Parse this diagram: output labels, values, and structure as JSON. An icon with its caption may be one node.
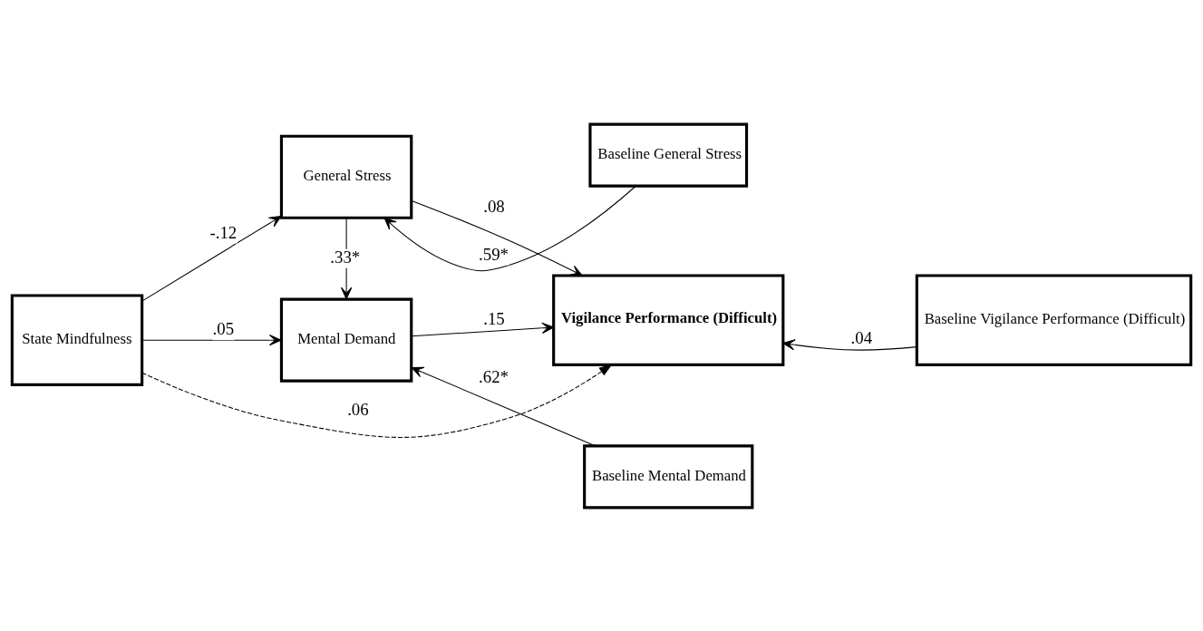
{
  "diagram": {
    "nodes": [
      {
        "text": [
          "State Mindfulness"
        ]
      },
      {
        "text": [
          "General Stress"
        ]
      },
      {
        "text": [
          "Mental Demand"
        ]
      },
      {
        "text": [
          "Vigilance Performance (Difficult)"
        ]
      },
      {
        "text": [
          "Baseline General Stress"
        ]
      },
      {
        "text": [
          "Baseline Vigilance Performance (Difficult)"
        ]
      },
      {
        "text": [
          "Baseline Mental Demand"
        ]
      }
    ],
    "edges": [
      {
        "from": 0,
        "to": 1,
        "arrow": "to",
        "label": "-.12"
      },
      {
        "from": 0,
        "to": 2,
        "arrow": "to",
        "label": ".05"
      },
      {
        "from": 0,
        "to": 3,
        "arrow": "to",
        "label": ".06",
        "style": "dashed"
      },
      {
        "from": 1,
        "to": 2,
        "arrow": "to",
        "label": ".33*"
      },
      {
        "from": 1,
        "to": 3,
        "arrow": "to",
        "label": ".08"
      },
      {
        "from": 2,
        "to": 3,
        "arrow": "to",
        "label": ".15"
      },
      {
        "from": 4,
        "to": 1,
        "arrow": "to",
        "label": ".59*"
      },
      {
        "from": 5,
        "to": 3,
        "arrow": "to",
        "label": ".04"
      },
      {
        "from": 6,
        "to": 2,
        "arrow": "to",
        "label": ".62*"
      }
    ]
  }
}
